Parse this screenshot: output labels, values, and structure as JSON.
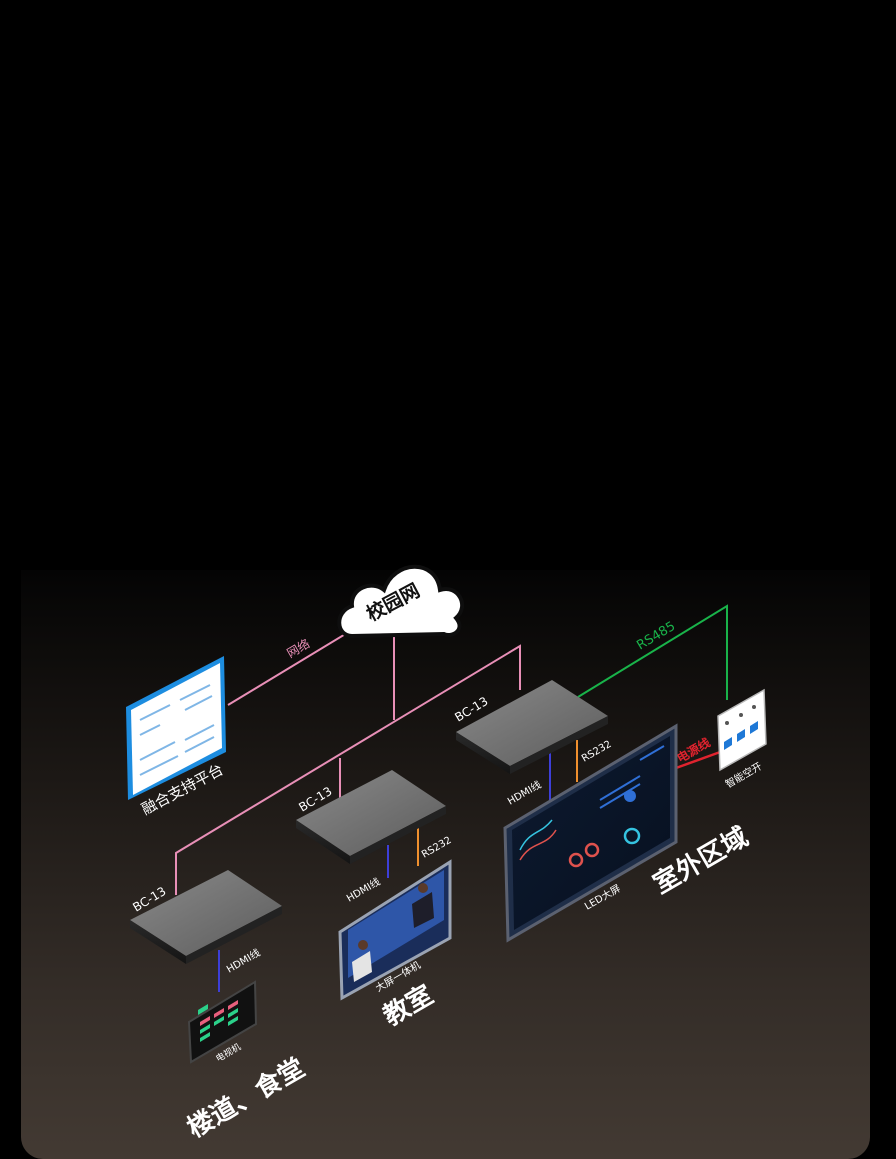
{
  "cloud_label": "校园网",
  "platform_label": "融合支持平台",
  "links": {
    "network": "网络",
    "rs485": "RS485",
    "power_line": "电源线"
  },
  "devices": [
    {
      "name": "BC-13"
    },
    {
      "name": "BC-13"
    },
    {
      "name": "BC-13"
    }
  ],
  "cables": {
    "hdmi_1": "HDMI线",
    "hdmi_2": "HDMI线",
    "hdmi_3": "HDMI线",
    "rs232_1": "RS232",
    "rs232_2": "RS232"
  },
  "screens": {
    "tv": "电视机",
    "all_in_one": "大屏一体机",
    "led": "LED大屏",
    "breaker": "智能空开"
  },
  "zones": {
    "corridor": "楼道、食堂",
    "classroom": "教室",
    "outdoor": "室外区域"
  },
  "colors": {
    "network_line": "#e88fb7",
    "rs485_line": "#19b34a",
    "power_line": "#e0232e",
    "hdmi_line": "#3d3fd8",
    "rs232_line": "#f0902e"
  }
}
